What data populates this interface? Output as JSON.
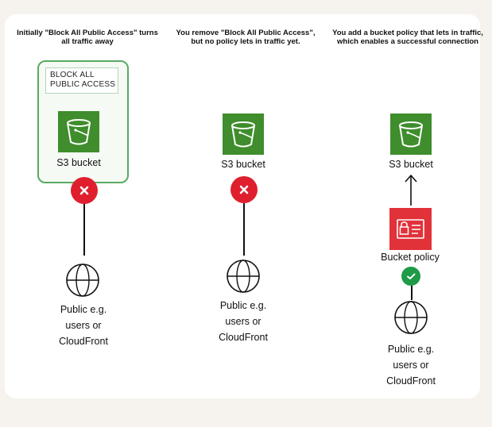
{
  "columns": [
    {
      "title": "Initially \"Block All Public Access\" turns all traffic away",
      "block_label": "BLOCK ALL\nPUBLIC ACCESS",
      "bucket_label": "S3 bucket",
      "status": "blocked",
      "status_symbol": "x",
      "public_lines": [
        "Public e.g.",
        "users or",
        "CloudFront"
      ]
    },
    {
      "title": "You remove \"Block All Public Access\", but no policy lets in traffic yet.",
      "bucket_label": "S3 bucket",
      "status": "blocked",
      "status_symbol": "x",
      "public_lines": [
        "Public e.g.",
        "users or",
        "CloudFront"
      ]
    },
    {
      "title": "You add a bucket policy that lets in traffic, which enables a successful connection",
      "bucket_label": "S3 bucket",
      "policy_label": "Bucket policy",
      "status": "allowed",
      "public_lines": [
        "Public e.g.",
        "users or",
        "CloudFront"
      ]
    }
  ],
  "colors": {
    "background": "#f6f3ee",
    "card": "#ffffff",
    "bucket_green": "#3f8d2c",
    "block_border": "#5aaa62",
    "deny_red": "#df1f2d",
    "allow_green": "#1e9a48",
    "policy_red": "#e1323a"
  },
  "icons": {
    "bucket": "s3-bucket-icon",
    "globe": "globe-icon",
    "policy": "bucket-policy-icon",
    "deny": "x-icon",
    "allow": "check-icon"
  }
}
